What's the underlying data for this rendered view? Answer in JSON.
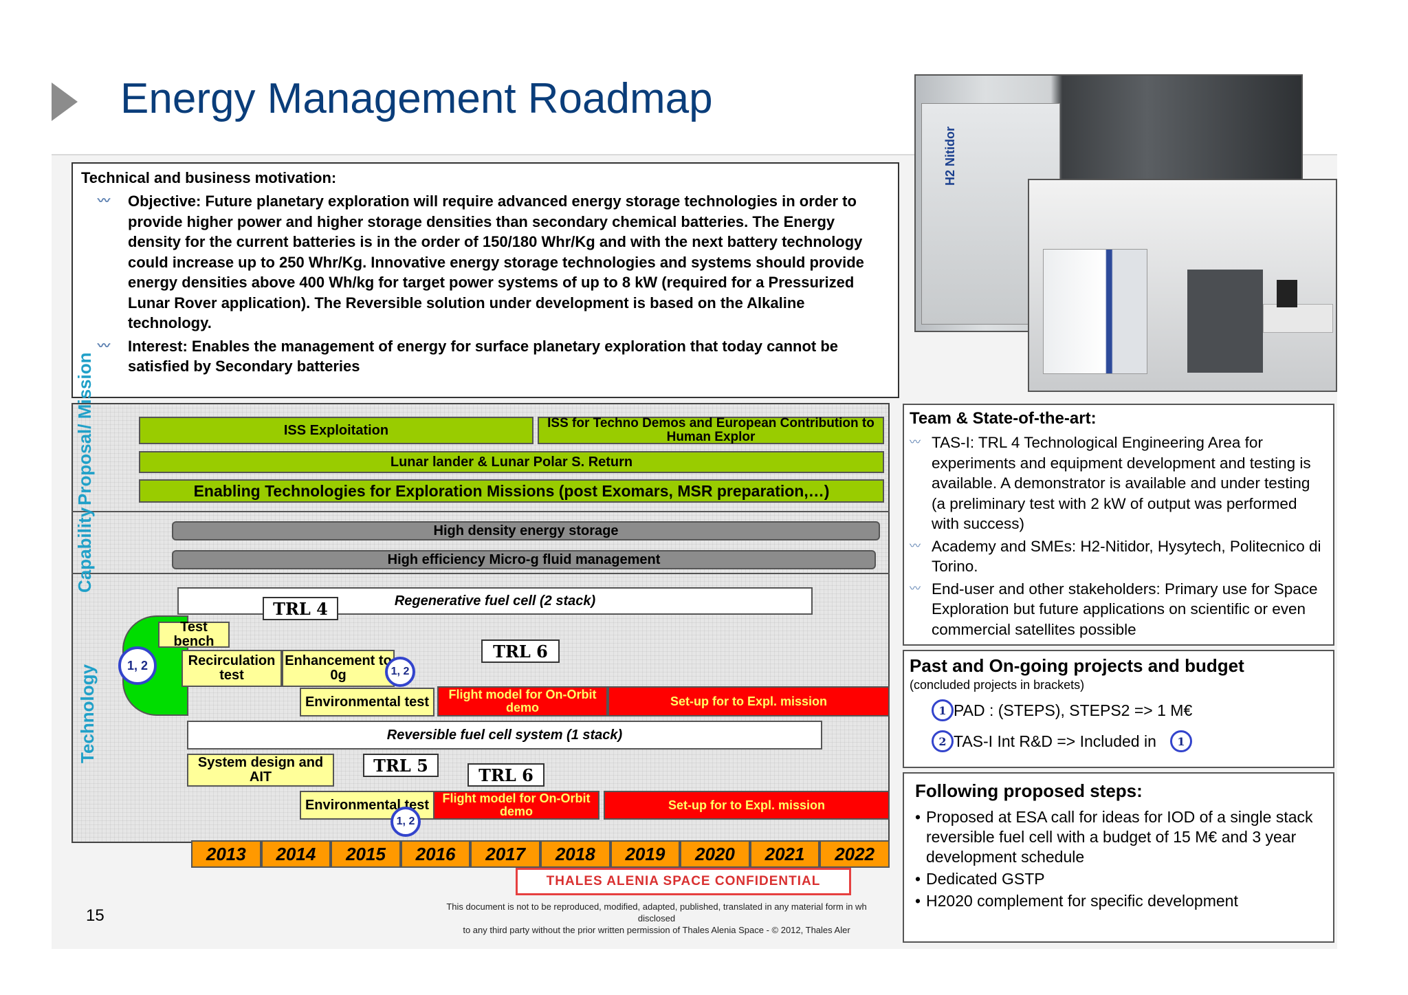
{
  "title": "Energy Management Roadmap",
  "motivation": {
    "heading": "Technical and business motivation:",
    "bullets": [
      "Objective: Future planetary exploration will require advanced energy storage technologies in order to provide higher power and higher storage densities than secondary chemical batteries. The Energy density for the current batteries is in the order of 150/180 Whr/Kg and with the next battery technology could increase up to 250 Whr/Kg. Innovative energy storage technologies and systems should provide energy densities above 400 Wh/kg for target power systems of up to 8 kW (required for a Pressurized Lunar Rover application). The Reversible solution under development is based on the Alkaline technology.",
      "Interest: Enables the management of energy for surface planetary exploration that today cannot be satisfied by Secondary batteries"
    ]
  },
  "photos": {
    "photo1_label": "H2 Nitidor"
  },
  "roadmap": {
    "row_labels": {
      "proposal": "Proposal/ Mission",
      "capability": "Capability",
      "technology": "Technology"
    },
    "mission_bars": {
      "iss_exploitation": "ISS Exploitation",
      "iss_techno": "ISS for Techno Demos and European Contribution to Human Explor",
      "lunar": "Lunar lander & Lunar Polar S. Return",
      "enabling": "Enabling Technologies for Exploration Missions (post Exomars, MSR preparation,…)"
    },
    "capability_bars": {
      "storage": "High density energy storage",
      "fluid": "High efficiency Micro-g fluid management"
    },
    "regen": {
      "header": "Regenerative fuel cell (2 stack)",
      "trl4": "TRL 4",
      "trl6": "TRL 6",
      "circle": "1, 2",
      "test_bench": "Test bench",
      "recirculation": "Recirculation test",
      "enhancement": "Enhancement to 0g",
      "enh_circle": "1, 2",
      "environmental": "Environmental test",
      "flight_model": "Flight model for On-Orbit demo",
      "setup": "Set-up for to Expl. mission"
    },
    "reversible": {
      "header": "Reversible fuel cell system (1 stack)",
      "system_design": "System design and AIT",
      "trl5": "TRL 5",
      "trl6": "TRL 6",
      "environmental": "Environmental test",
      "env_circle": "1, 2",
      "flight_model": "Flight model for On-Orbit demo",
      "setup": "Set-up for to Expl. mission"
    },
    "years": [
      "2013",
      "2014",
      "2015",
      "2016",
      "2017",
      "2018",
      "2019",
      "2020",
      "2021",
      "2022"
    ]
  },
  "confidential": "THALES ALENIA SPACE CONFIDENTIAL",
  "legal_line1": "This document is not to be reproduced, modified, adapted, published, translated in any material form in wh",
  "legal_line2": "disclosed",
  "legal_line3": "to any third party without the prior written permission of Thales Alenia Space - © 2012, Thales Aler",
  "page_number": "15",
  "team": {
    "heading": "Team & State-of-the-art:",
    "bullets": [
      "TAS-I: TRL 4 Technological Engineering Area for experiments and equipment development and testing is available. A demonstrator is available and under testing (a preliminary test with 2 kW of output was performed with success)",
      "Academy and SMEs: H2-Nitidor, Hysytech, Politecnico di Torino.",
      "End-user and other stakeholders: Primary use for Space Exploration but future applications on scientific or even commercial satellites possible"
    ]
  },
  "past": {
    "heading": "Past and On-going projects and budget",
    "subheading": "(concluded projects in brackets)",
    "row1_num": "1",
    "row1_text": "PAD : (STEPS), STEPS2 => 1 M€",
    "row2_num": "2",
    "row2_text": "TAS-I  Int R&D => Included in",
    "row2_ref": "1"
  },
  "next_steps": {
    "heading": "Following proposed steps:",
    "bullets": [
      "Proposed at ESA call for ideas for IOD of a single stack reversible fuel cell with a budget of 15 M€ and 3 year development schedule",
      "Dedicated GSTP",
      "H2020 complement for specific development"
    ]
  },
  "colors": {
    "title": "#0a3d7a",
    "mission_green": "#99cc00",
    "capability_gray": "#8c8c8c",
    "yellow": "#ffff99",
    "red": "#ff0000",
    "year_orange": "#ff9900",
    "label_cyan": "#20a0c8",
    "circle_blue": "#3344cc"
  }
}
